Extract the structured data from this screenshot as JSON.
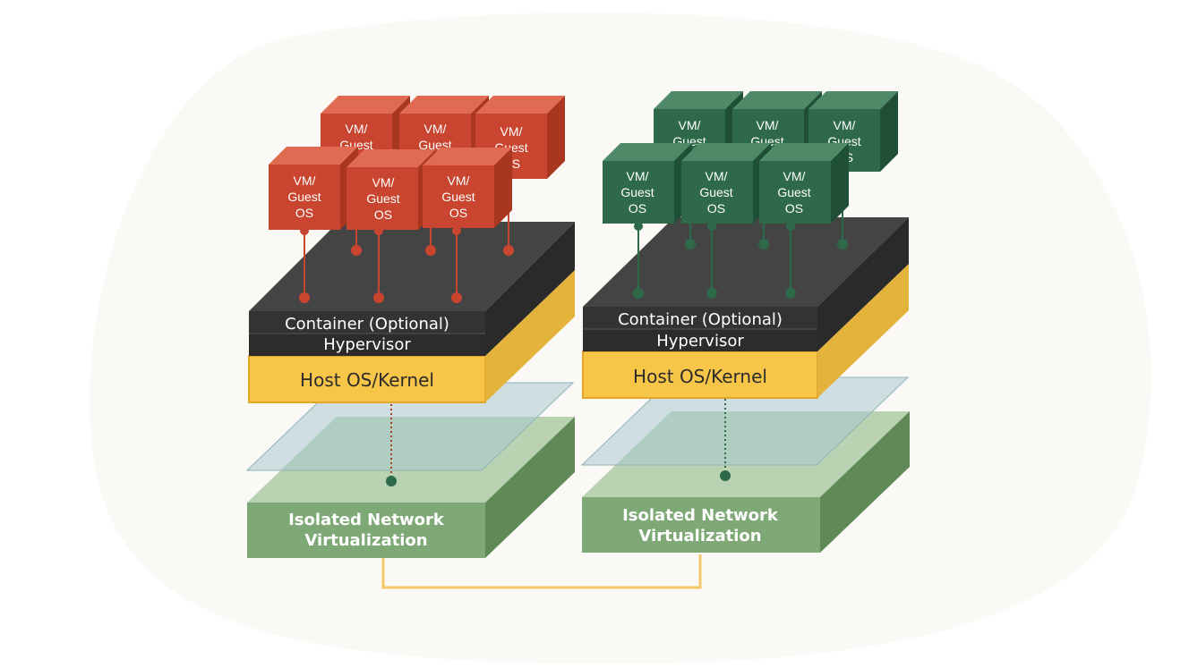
{
  "diagram": {
    "stacks": [
      {
        "id": "left",
        "vm_color": "#c9452f",
        "vm_line": [
          "VM/",
          "Guest",
          "OS"
        ],
        "container_label": "Container (Optional)",
        "hypervisor_label": "Hypervisor",
        "host_label": "Host OS/Kernel",
        "network_label": [
          "Isolated Network",
          "Virtualization"
        ]
      },
      {
        "id": "right",
        "vm_color": "#2e6a4a",
        "vm_line": [
          "VM/",
          "Guest",
          "OS"
        ],
        "container_label": "Container (Optional)",
        "hypervisor_label": "Hypervisor",
        "host_label": "Host OS/Kernel",
        "network_label": [
          "Isolated Network",
          "Virtualization"
        ]
      }
    ],
    "colors": {
      "dark_layer": "#333333",
      "host_layer": "#f7c548",
      "network_layer": "#7fa877",
      "link_line": "#f2c868"
    }
  }
}
